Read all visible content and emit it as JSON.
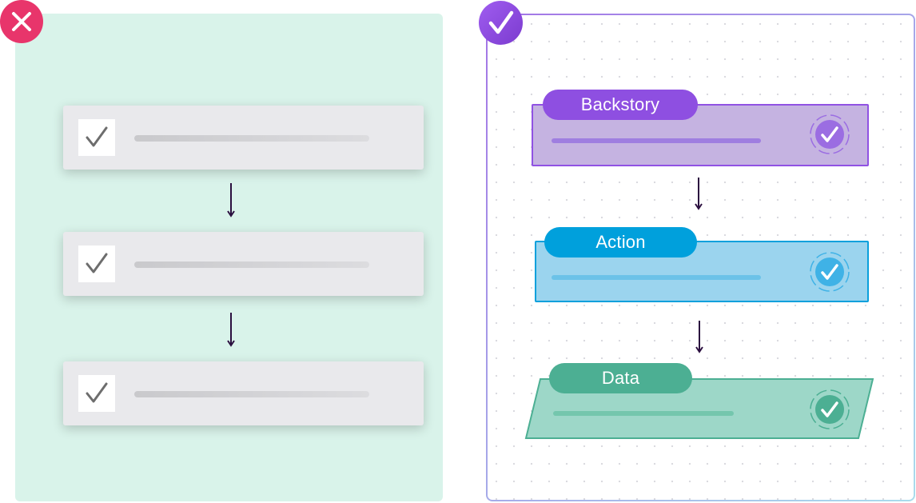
{
  "right_example": {
    "steps": [
      {
        "label": "Backstory",
        "color": "#8e4fe1"
      },
      {
        "label": "Action",
        "color": "#00a0dc"
      },
      {
        "label": "Data",
        "color": "#4caf93"
      }
    ]
  },
  "colors": {
    "bad_panel": "#d9f3ea",
    "bad_badge": "#e8356b",
    "good_badge": "#8e4fe1",
    "arrow": "#2b0f3f"
  },
  "icons": [
    "close-icon",
    "checkmark-icon",
    "arrow-down-icon",
    "check-circle-icon"
  ]
}
